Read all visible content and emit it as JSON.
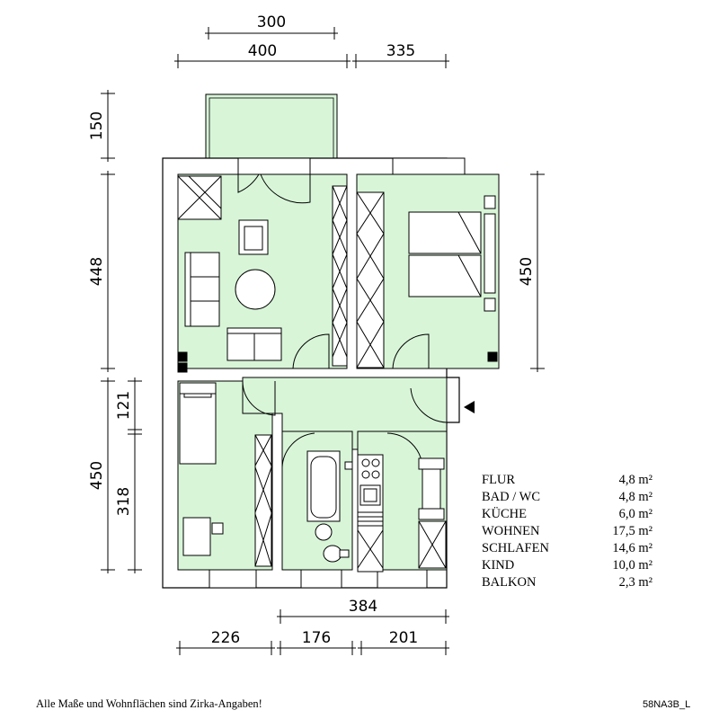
{
  "dimensions": {
    "top_balcony_width": "300",
    "top_left_width": "400",
    "top_right_width": "335",
    "left_balcony_depth": "150",
    "left_upper_depth": "448",
    "left_lower_depth": "450",
    "left_lower_part_a": "121",
    "left_lower_part_b": "318",
    "right_bedroom_depth": "450",
    "bottom_total_right": "384",
    "bottom_left": "226",
    "bottom_middle": "176",
    "bottom_right": "201"
  },
  "areas": [
    {
      "room": "FLUR",
      "area": "4,8 m²"
    },
    {
      "room": "BAD / WC",
      "area": "4,8 m²"
    },
    {
      "room": "KÜCHE",
      "area": "6,0 m²"
    },
    {
      "room": "WOHNEN",
      "area": "17,5 m²"
    },
    {
      "room": "SCHLAFEN",
      "area": "14,6 m²"
    },
    {
      "room": "KIND",
      "area": "10,0 m²"
    },
    {
      "room": "BALKON",
      "area": "2,3 m²"
    }
  ],
  "footer": {
    "note": "Alle Maße und Wohnflächen sind Zirka-Angaben!",
    "plan_code": "58NA3B_L"
  },
  "colors": {
    "room_fill": "#d8f5d8",
    "wall": "#ffffff",
    "line": "#000000"
  }
}
